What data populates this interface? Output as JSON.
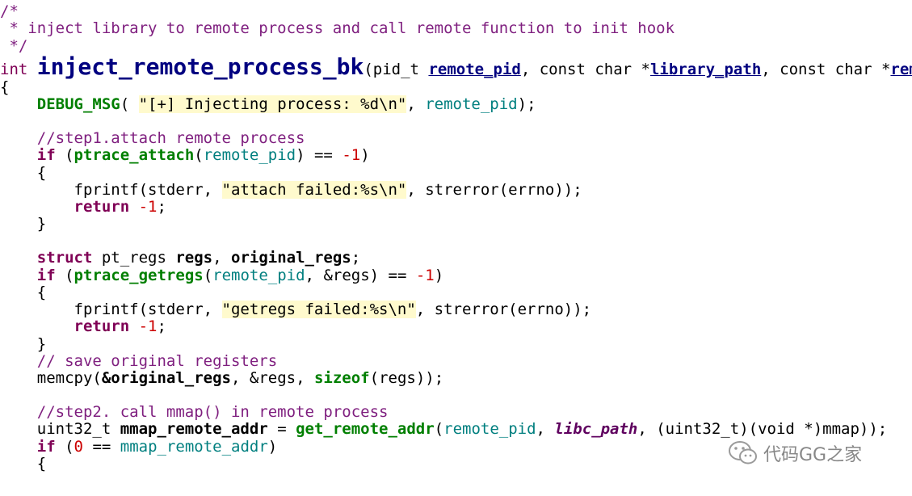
{
  "code": {
    "l1": "/*",
    "l2": " * inject library to remote process and call remote function to init hook",
    "l3": " */",
    "sig_type": "int",
    "sig_name": "inject_remote_process_bk",
    "sig_open": "(pid_t ",
    "sig_p1": "remote_pid",
    "sig_sep1": ", const char *",
    "sig_p2": "library_path",
    "sig_sep2": ", const char *",
    "sig_p3": "remote_",
    "brace_open": "{",
    "debug_fn": "DEBUG_MSG",
    "debug_open": "( ",
    "debug_str": "\"[+] Injecting process: %d\\n\"",
    "debug_sep": ", ",
    "debug_var": "remote_pid",
    "debug_close": ");",
    "c_step1": "//step1.attach remote process",
    "if1_kw": "if",
    "if1_open": " (",
    "if1_fn": "ptrace_attach",
    "if1_paren": "(",
    "if1_var": "remote_pid",
    "if1_rest": ") == ",
    "if1_num": "-1",
    "if1_close": ")",
    "blk1_open": "{",
    "fp1_fn": "fprintf(stderr, ",
    "fp1_str": "\"attach failed:%s\\n\"",
    "fp1_rest": ", strerror(errno));",
    "ret1_kw": "return",
    "ret1_num": " -1",
    "ret1_end": ";",
    "blk1_close": "}",
    "struct_kw": "struct",
    "struct_type": " pt_regs ",
    "struct_v1": "regs",
    "struct_sep": ", ",
    "struct_v2": "original_regs",
    "struct_end": ";",
    "if2_kw": "if",
    "if2_open": " (",
    "if2_fn": "ptrace_getregs",
    "if2_paren": "(",
    "if2_var": "remote_pid",
    "if2_sep": ", ",
    "if2_amp": "&regs",
    "if2_rest": ") == ",
    "if2_num": "-1",
    "if2_close": ")",
    "blk2_open": "{",
    "fp2_fn": "fprintf(stderr, ",
    "fp2_str": "\"getregs failed:%s\\n\"",
    "fp2_rest": ", strerror(errno));",
    "ret2_kw": "return",
    "ret2_num": " -1",
    "ret2_end": ";",
    "blk2_close": "}",
    "c_save": "// save original registers",
    "memcpy_fn": "memcpy(",
    "memcpy_a1": "&original_regs",
    "memcpy_sep": ", ",
    "memcpy_a2": "&regs",
    "memcpy_sep2": ", ",
    "memcpy_kw": "sizeof",
    "memcpy_rest": "(regs));",
    "c_step2": "//step2. call mmap() in remote process",
    "u32_type": "uint32_t ",
    "u32_var": "mmap_remote_addr",
    "u32_eq": " = ",
    "u32_fn": "get_remote_addr",
    "u32_paren": "(",
    "u32_a1": "remote_pid",
    "u32_sep": ", ",
    "u32_a2": "libc_path",
    "u32_rest": ", (uint32_t)",
    "u32_tail": "(void *)mmap));",
    "if3_kw": "if",
    "if3_open": " (",
    "if3_num": "0",
    "if3_eq": " == ",
    "if3_var": "mmap_remote_addr",
    "if3_close": ")",
    "blk3_open": "{"
  },
  "watermark": {
    "icon": "wechat-icon",
    "text": "代码GG之家"
  }
}
